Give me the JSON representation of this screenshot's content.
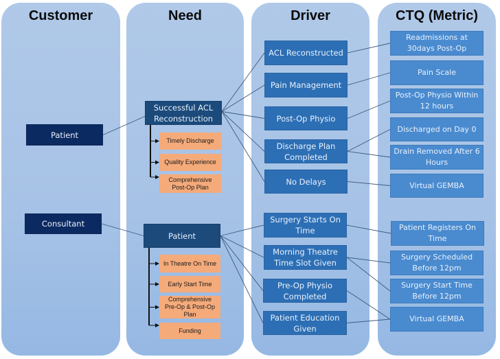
{
  "columns": [
    {
      "title": "Customer"
    },
    {
      "title": "Need"
    },
    {
      "title": "Driver"
    },
    {
      "title": "CTQ (Metric)"
    }
  ],
  "customers": [
    {
      "label": "Patient"
    },
    {
      "label": "Consultant"
    }
  ],
  "needs": [
    {
      "label": "Successful ACL Reconstruction",
      "sub_needs": [
        {
          "label": "Timely Discharge"
        },
        {
          "label": "Quality Experience"
        },
        {
          "label": "Comprehensive Post-Op Plan"
        }
      ]
    },
    {
      "label": "Patient",
      "sub_needs": [
        {
          "label": "In Theatre On Time"
        },
        {
          "label": "Early Start Time"
        },
        {
          "label": "Comprehensive Pre-Op & Post-Op Plan"
        },
        {
          "label": "Funding"
        }
      ]
    }
  ],
  "drivers": [
    {
      "label": "ACL Reconstructed"
    },
    {
      "label": "Pain Management"
    },
    {
      "label": "Post-Op Physio"
    },
    {
      "label": "Discharge Plan Completed"
    },
    {
      "label": "No Delays"
    },
    {
      "label": "Surgery Starts On Time"
    },
    {
      "label": "Morning Theatre Time Slot Given"
    },
    {
      "label": "Pre-Op Physio Completed"
    },
    {
      "label": "Patient Education Given"
    }
  ],
  "metrics": [
    {
      "label": "Readmissions at 30days Post-Op"
    },
    {
      "label": "Pain Scale"
    },
    {
      "label": "Post-Op Physio Within 12 hours"
    },
    {
      "label": "Discharged on Day 0"
    },
    {
      "label": "Drain Removed After 6 Hours"
    },
    {
      "label": "Virtual GEMBA"
    },
    {
      "label": "Patient Registers On Time"
    },
    {
      "label": "Surgery Scheduled Before 12pm"
    },
    {
      "label": "Surgery Start Time Before 12pm"
    },
    {
      "label": "Virtual GEMBA"
    }
  ],
  "links": {
    "customer_to_need": [
      [
        0,
        0
      ],
      [
        1,
        1
      ]
    ],
    "need_to_driver": [
      [
        0,
        0
      ],
      [
        0,
        1
      ],
      [
        0,
        2
      ],
      [
        0,
        3
      ],
      [
        0,
        4
      ],
      [
        1,
        5
      ],
      [
        1,
        6
      ],
      [
        1,
        7
      ],
      [
        1,
        8
      ]
    ],
    "driver_to_metric": [
      [
        0,
        0
      ],
      [
        1,
        1
      ],
      [
        2,
        2
      ],
      [
        3,
        3
      ],
      [
        3,
        4
      ],
      [
        4,
        5
      ],
      [
        5,
        6
      ],
      [
        6,
        7
      ],
      [
        6,
        8
      ],
      [
        7,
        9
      ],
      [
        8,
        9
      ]
    ]
  },
  "colors": {
    "column_bg": "#a6c2e6",
    "customer_box": "#0c2a62",
    "need_box": "#1b4a7b",
    "driver_box": "#2d6fb5",
    "metric_box": "#4a8bd0",
    "sub_need_box": "#f5aa7a",
    "connector": "#3a5a80"
  }
}
